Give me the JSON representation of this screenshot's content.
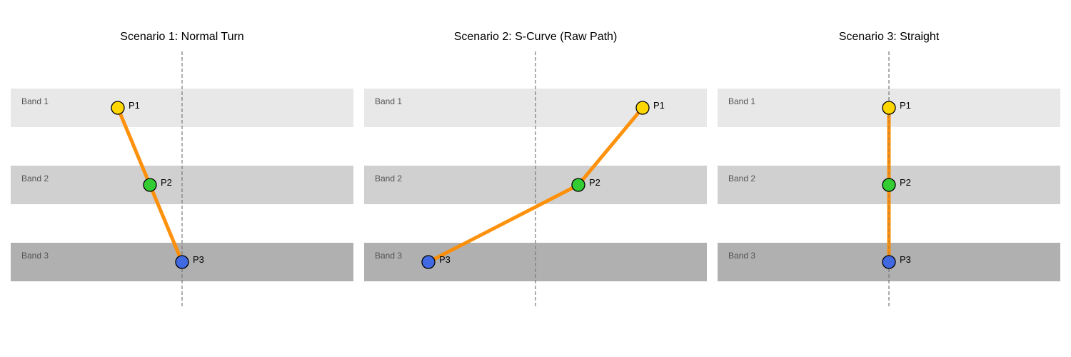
{
  "colors": {
    "band_1": "#e8e8e8",
    "band_2": "#d0d0d0",
    "band_3": "#b0b0b0",
    "path": "#ff8c00",
    "center_line": "#777777",
    "point_1": "#ffd700",
    "point_2": "#33cc33",
    "point_3": "#4169e1",
    "point_stroke": "#000000"
  },
  "bands": [
    "Band 1",
    "Band 2",
    "Band 3"
  ],
  "points": [
    "P1",
    "P2",
    "P3"
  ],
  "scenarios": [
    {
      "title": "Scenario 1: Normal Turn",
      "offsets": [
        -90,
        -45,
        0
      ]
    },
    {
      "title": "Scenario 2: S-Curve (Raw Path)",
      "offsets": [
        150,
        60,
        -150
      ]
    },
    {
      "title": "Scenario 3: Straight",
      "offsets": [
        0,
        0,
        0
      ]
    }
  ]
}
